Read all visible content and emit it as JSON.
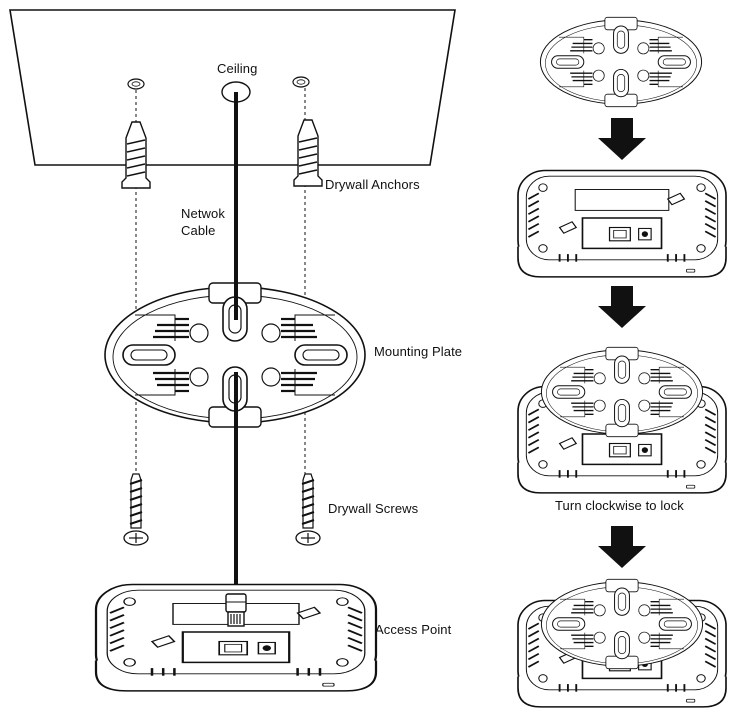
{
  "labels": {
    "ceiling": "Ceiling",
    "drywall_anchors": "Drywall Anchors",
    "network_cable_line1": "Netwok",
    "network_cable_line2": "Cable",
    "mounting_plate": "Mounting Plate",
    "drywall_screws": "Drywall Screws",
    "access_point": "Access Point",
    "turn_clockwise": "Turn clockwise to lock"
  },
  "icons": [
    "ceiling-panel",
    "anchor-icon",
    "screw-icon",
    "mounting-plate",
    "access-point-device",
    "rj45-plug-icon",
    "down-arrow-icon"
  ],
  "colors": {
    "line": "#111111",
    "background": "#ffffff"
  }
}
